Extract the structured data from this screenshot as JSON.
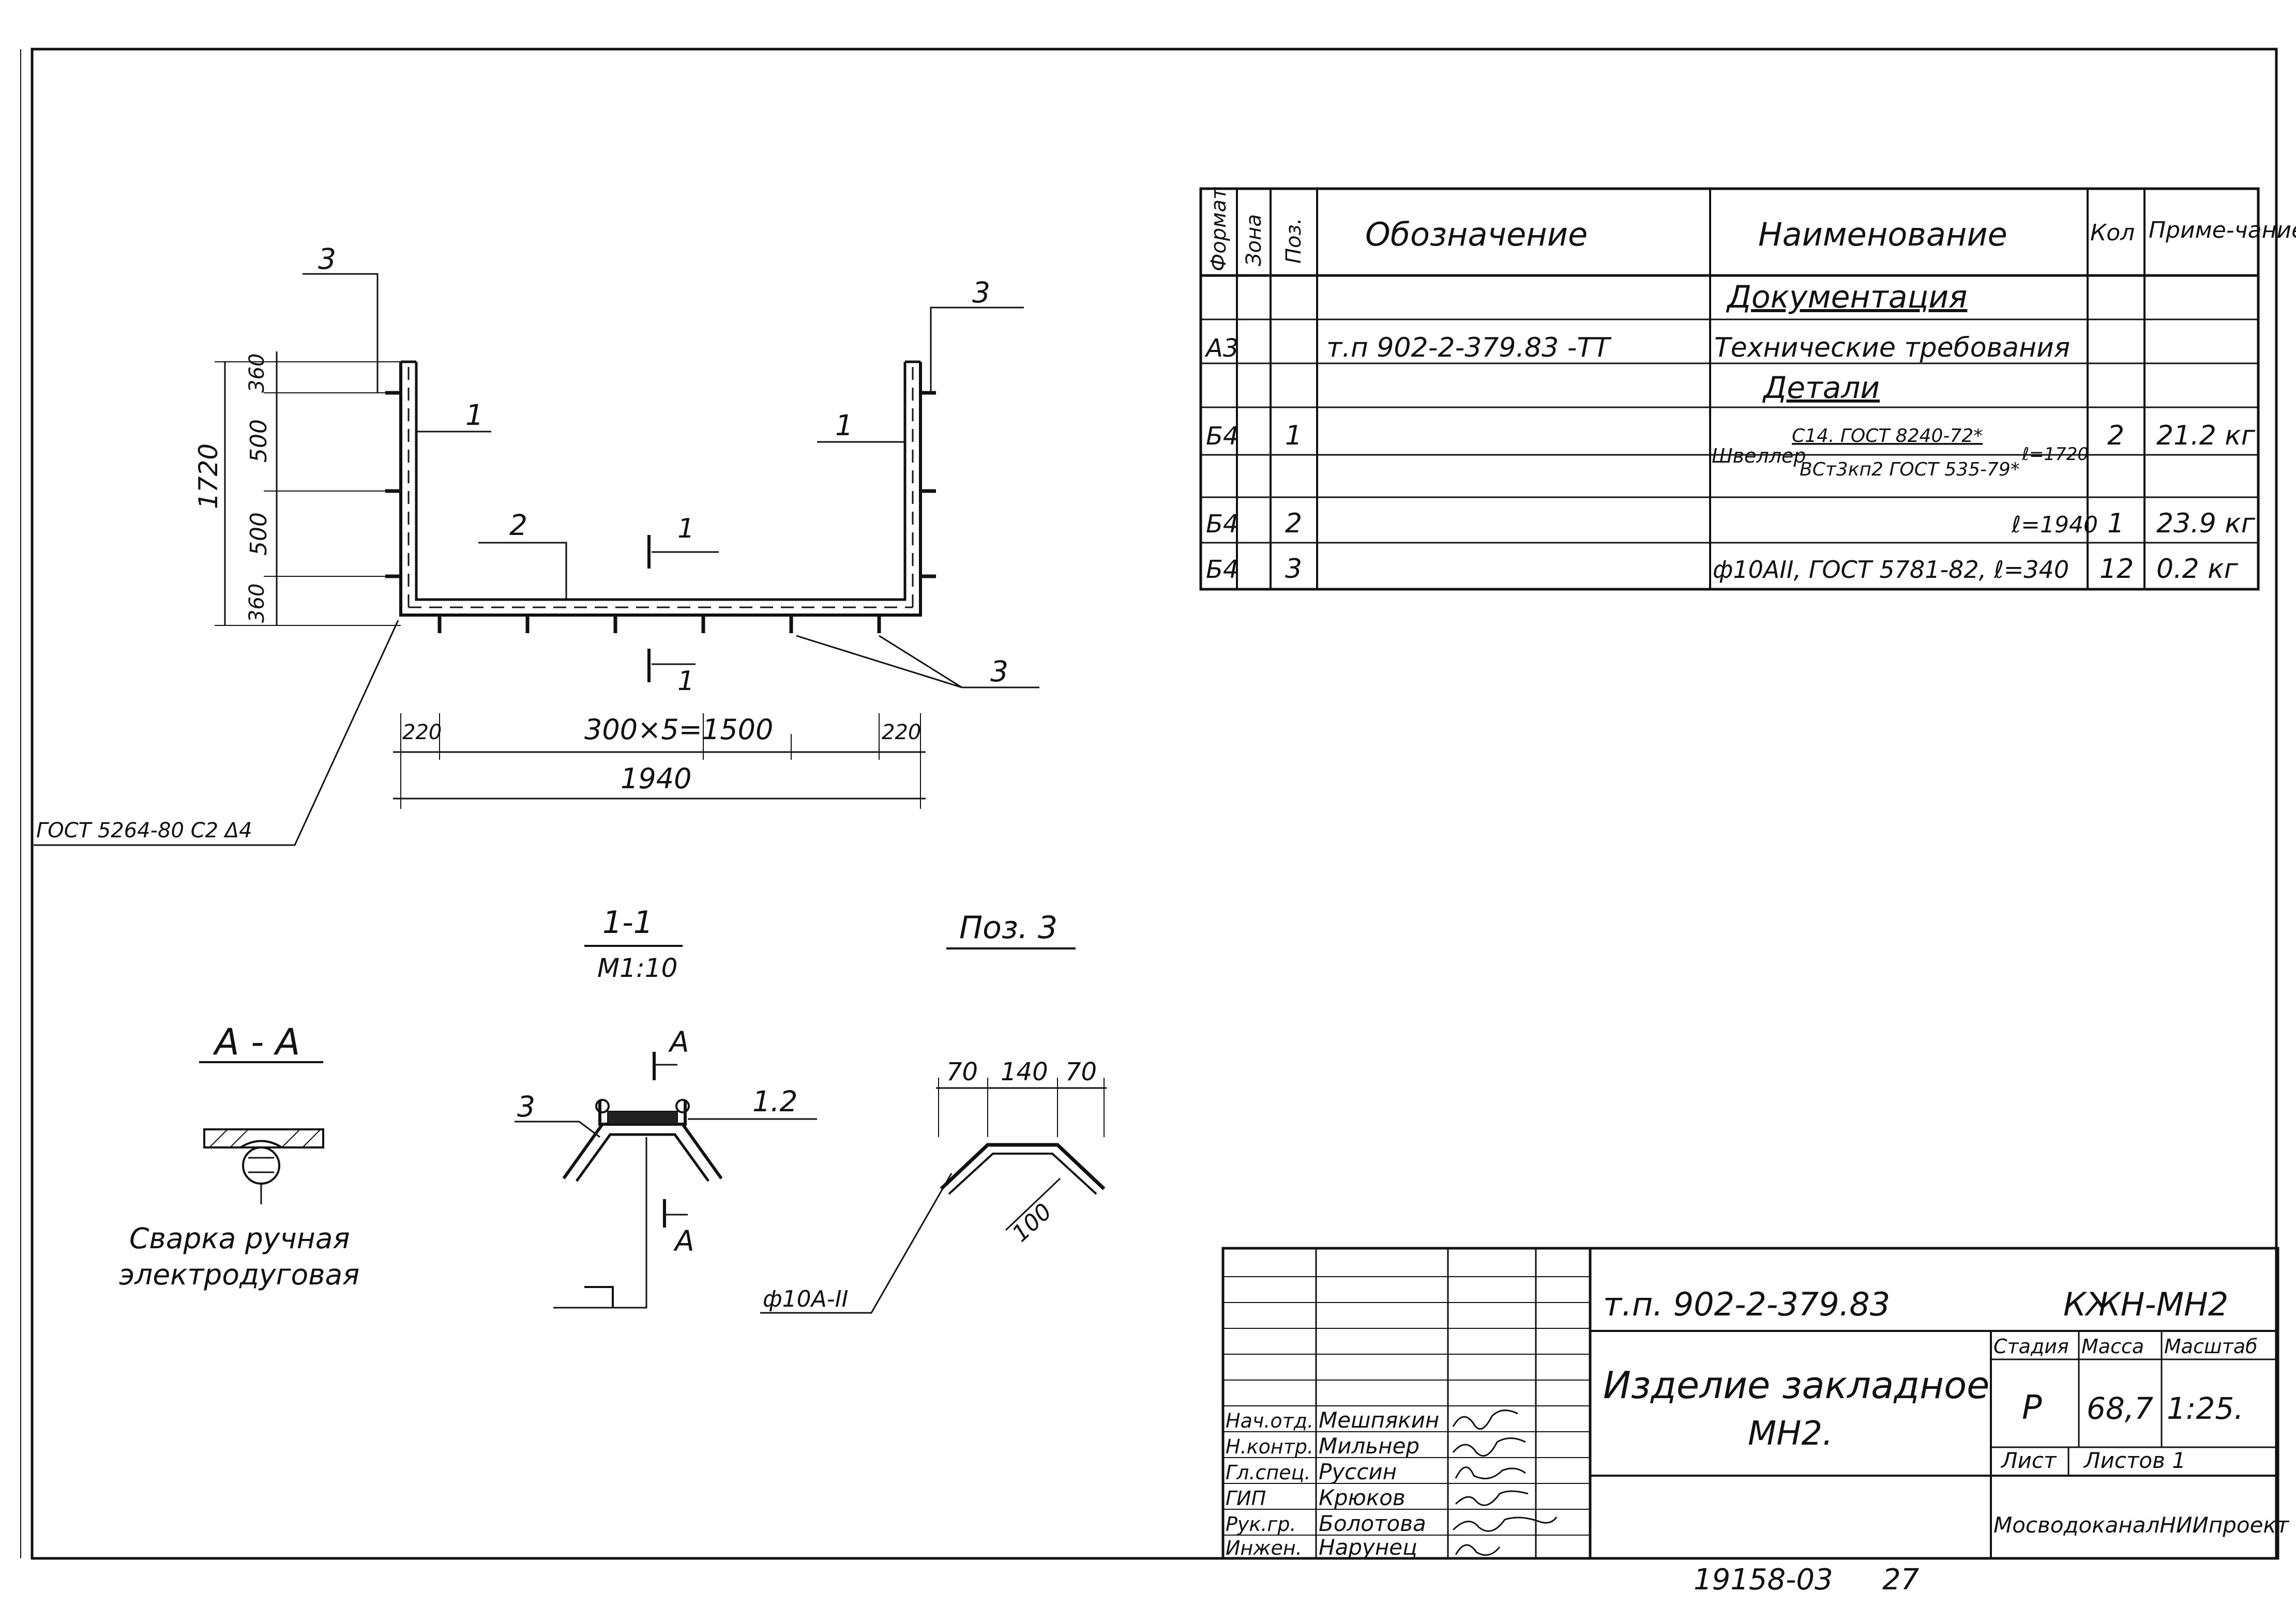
{
  "spec_table": {
    "headers": {
      "format": "Формат",
      "zone": "Зона",
      "pos": "Поз.",
      "designation": "Обозначение",
      "name": "Наименование",
      "qty": "Кол",
      "note": "Приме-чание"
    },
    "section_docs": "Документация",
    "section_details": "Детали",
    "rows": [
      {
        "format": "А3",
        "pos": "",
        "designation": "т.п 902-2-379.83  -ТТ",
        "name": "Технические требования",
        "qty": "",
        "note": ""
      },
      {
        "format": "Б4",
        "pos": "1",
        "designation": "",
        "name_prefix": "Швеллер",
        "name_line1": "С14. ГОСТ 8240-72*",
        "name_line2": "ВСт3кп2 ГОСТ 535-79*",
        "name_suffix": "ℓ=1720",
        "qty": "2",
        "note": "21.2 кг"
      },
      {
        "format": "Б4",
        "pos": "2",
        "designation": "",
        "name": "ℓ=1940",
        "qty": "1",
        "note": "23.9 кг"
      },
      {
        "format": "Б4",
        "pos": "3",
        "designation": "",
        "name": "ф10АII, ГОСТ 5781-82, ℓ=340",
        "qty": "12",
        "note": "0.2 кг"
      }
    ]
  },
  "main_view": {
    "pos_labels": [
      "3",
      "3",
      "1",
      "1",
      "2",
      "3"
    ],
    "section_marks": [
      "1",
      "1"
    ],
    "dims_vertical": [
      "1720",
      "360",
      "500",
      "500",
      "360"
    ],
    "dims_horizontal": [
      "220",
      "300×5=1500",
      "220",
      "1940"
    ],
    "weld_note": "ГОСТ 5264-80 С2 Δ4"
  },
  "section_11": {
    "title": "1-1",
    "scale": "М1:10",
    "labels": [
      "3",
      "1.2",
      "А",
      "А"
    ]
  },
  "pos3": {
    "title": "Поз. 3",
    "dims": [
      "70",
      "140",
      "70",
      "100"
    ],
    "bar": "ф10А-II"
  },
  "section_aa": {
    "title": "А - А",
    "caption_line1": "Сварка ручная",
    "caption_line2": "электродуговая"
  },
  "title_block": {
    "code": "т.п. 902-2-379.83",
    "sheet_code": "КЖН-МН2",
    "title_line1": "Изделие закладное",
    "title_line2": "МН2.",
    "stage_label": "Стадия",
    "mass_label": "Масса",
    "scale_label": "Масштаб",
    "stage": "Р",
    "mass": "68,7",
    "scale": "1:25.",
    "sheet_label": "Лист",
    "sheets_label": "Листов 1",
    "org": "МосводоканалНИИпроект",
    "people": [
      {
        "role": "Нач.отд.",
        "name": "Мешпякин"
      },
      {
        "role": "Н.контр.",
        "name": "Мильнер"
      },
      {
        "role": "Гл.спец.",
        "name": "Руссин"
      },
      {
        "role": "ГИП",
        "name": "Крюков"
      },
      {
        "role": "Рук.гр.",
        "name": "Болотова"
      },
      {
        "role": "Инжен.",
        "name": "Нарунец"
      }
    ]
  },
  "footer": {
    "number": "19158-03",
    "page": "27"
  }
}
